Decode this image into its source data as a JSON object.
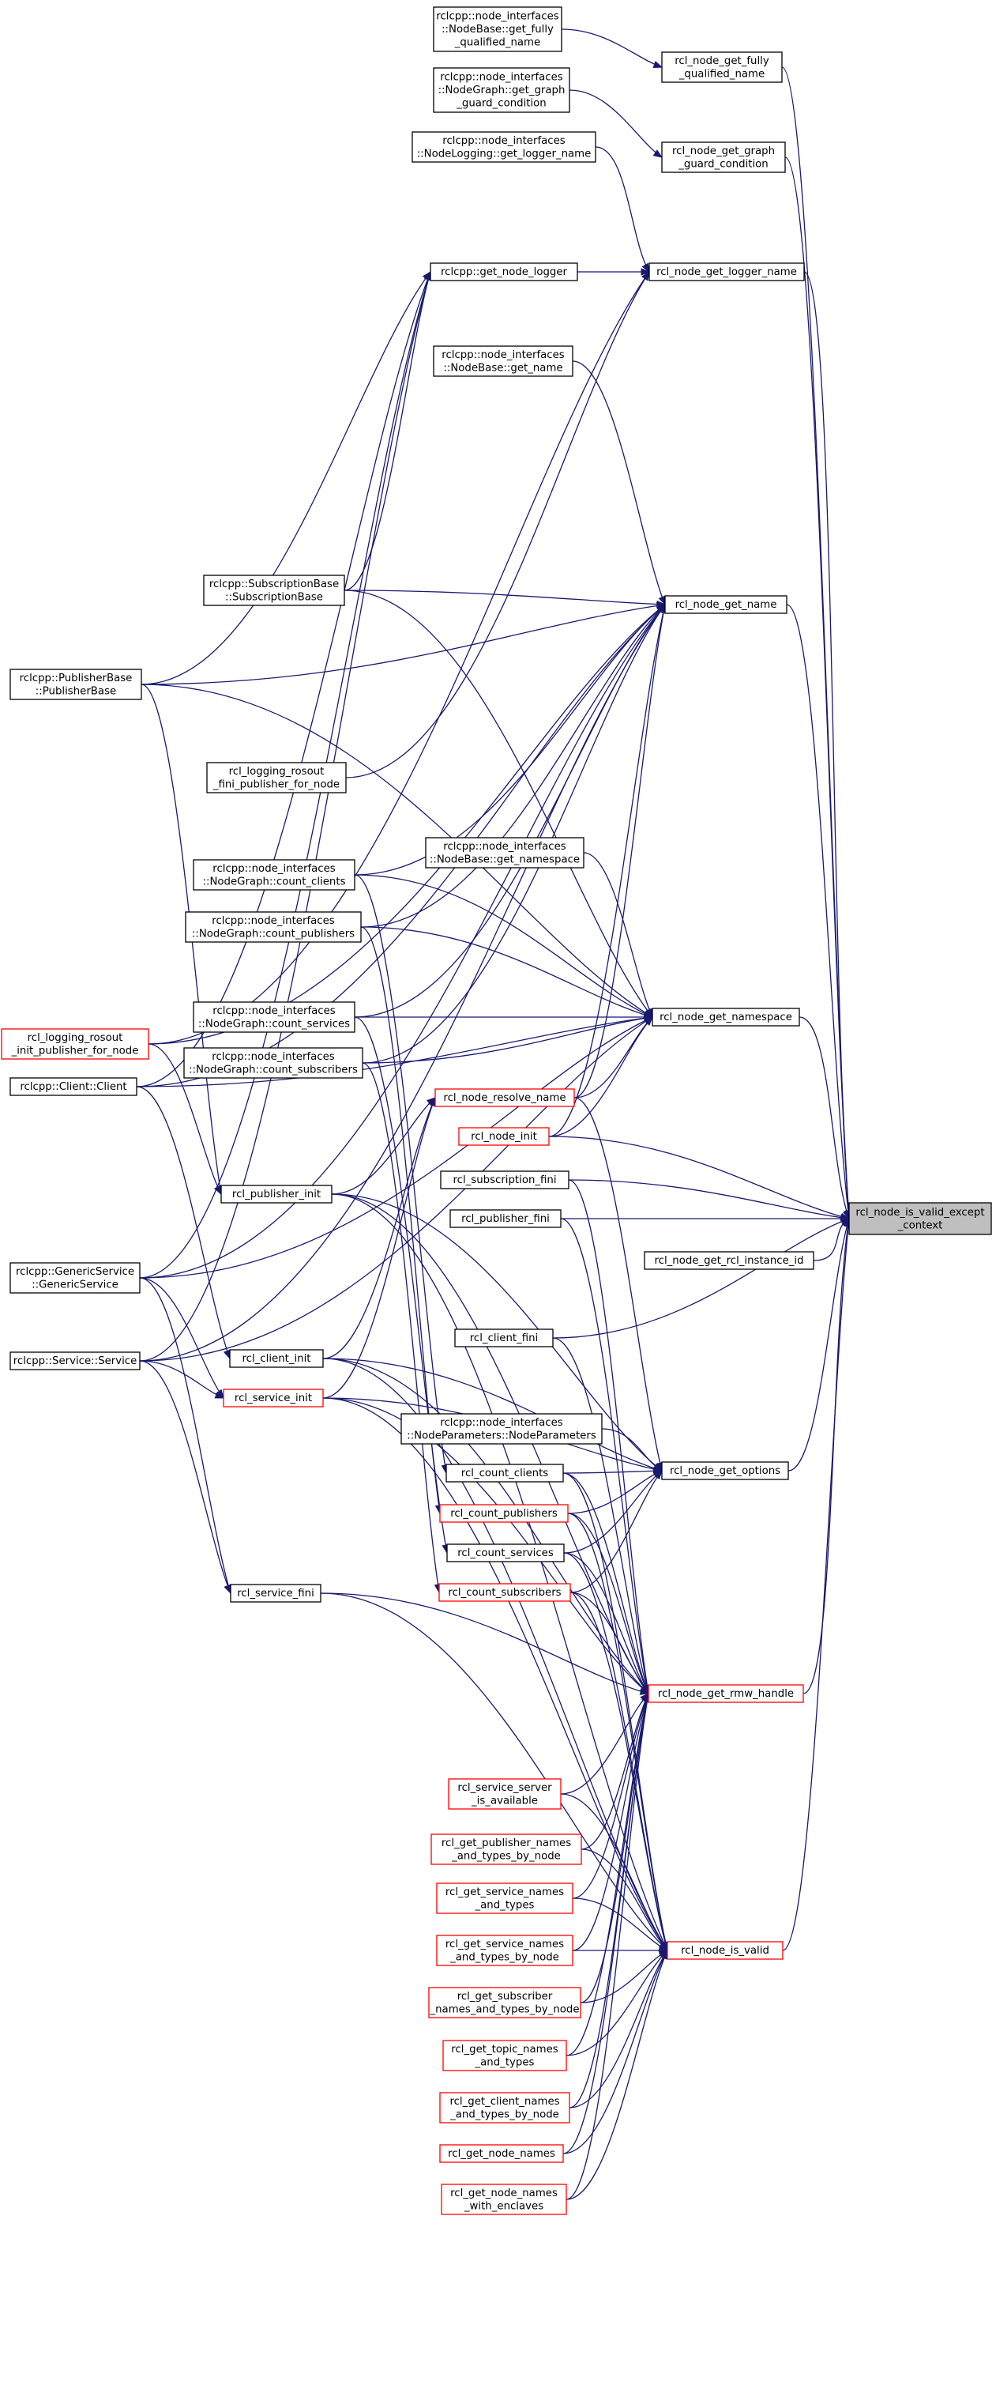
{
  "diagram": {
    "type": "call-graph",
    "edge_color": "#191970",
    "highlight_color": "#ff0000",
    "root_fill": "#bfbfbf",
    "nodes": [
      {
        "id": "root",
        "lines": [
          "rcl_node_is_valid_except",
          "_context"
        ],
        "style": "root"
      },
      {
        "id": "fqn",
        "lines": [
          "rcl_node_get_fully",
          "_qualified_name"
        ],
        "style": "normal"
      },
      {
        "id": "ggc",
        "lines": [
          "rcl_node_get_graph",
          "_guard_condition"
        ],
        "style": "normal"
      },
      {
        "id": "logger",
        "lines": [
          "rcl_node_get_logger_name"
        ],
        "style": "normal"
      },
      {
        "id": "name",
        "lines": [
          "rcl_node_get_name"
        ],
        "style": "normal"
      },
      {
        "id": "ns",
        "lines": [
          "rcl_node_get_namespace"
        ],
        "style": "normal"
      },
      {
        "id": "instid",
        "lines": [
          "rcl_node_get_rcl_instance_id"
        ],
        "style": "normal"
      },
      {
        "id": "options",
        "lines": [
          "rcl_node_get_options"
        ],
        "style": "normal"
      },
      {
        "id": "rmw",
        "lines": [
          "rcl_node_get_rmw_handle"
        ],
        "style": "red"
      },
      {
        "id": "isvalid",
        "lines": [
          "rcl_node_is_valid"
        ],
        "style": "red"
      },
      {
        "id": "nb_fqn",
        "lines": [
          "rclcpp::node_interfaces",
          "::NodeBase::get_fully",
          "_qualified_name"
        ],
        "style": "normal"
      },
      {
        "id": "ng_ggc",
        "lines": [
          "rclcpp::node_interfaces",
          "::NodeGraph::get_graph",
          "_guard_condition"
        ],
        "style": "normal"
      },
      {
        "id": "nl_logger",
        "lines": [
          "rclcpp::node_interfaces",
          "::NodeLogging::get_logger_name"
        ],
        "style": "normal"
      },
      {
        "id": "get_node_logger",
        "lines": [
          "rclcpp::get_node_logger"
        ],
        "style": "normal"
      },
      {
        "id": "nb_name",
        "lines": [
          "rclcpp::node_interfaces",
          "::NodeBase::get_name"
        ],
        "style": "normal"
      },
      {
        "id": "subbase",
        "lines": [
          "rclcpp::SubscriptionBase",
          "::SubscriptionBase"
        ],
        "style": "normal"
      },
      {
        "id": "pubbase",
        "lines": [
          "rclcpp::PublisherBase",
          "::PublisherBase"
        ],
        "style": "normal"
      },
      {
        "id": "rosout_fini",
        "lines": [
          "rcl_logging_rosout",
          "_fini_publisher_for_node"
        ],
        "style": "normal"
      },
      {
        "id": "nb_ns",
        "lines": [
          "rclcpp::node_interfaces",
          "::NodeBase::get_namespace"
        ],
        "style": "normal"
      },
      {
        "id": "ng_cc",
        "lines": [
          "rclcpp::node_interfaces",
          "::NodeGraph::count_clients"
        ],
        "style": "normal"
      },
      {
        "id": "ng_cp",
        "lines": [
          "rclcpp::node_interfaces",
          "::NodeGraph::count_publishers"
        ],
        "style": "normal"
      },
      {
        "id": "ng_cs",
        "lines": [
          "rclcpp::node_interfaces",
          "::NodeGraph::count_services"
        ],
        "style": "normal"
      },
      {
        "id": "ng_csub",
        "lines": [
          "rclcpp::node_interfaces",
          "::NodeGraph::count_subscribers"
        ],
        "style": "normal"
      },
      {
        "id": "rosout_init",
        "lines": [
          "rcl_logging_rosout",
          "_init_publisher_for_node"
        ],
        "style": "red"
      },
      {
        "id": "client",
        "lines": [
          "rclcpp::Client::Client"
        ],
        "style": "normal"
      },
      {
        "id": "resolve",
        "lines": [
          "rcl_node_resolve_name"
        ],
        "style": "red"
      },
      {
        "id": "node_init",
        "lines": [
          "rcl_node_init"
        ],
        "style": "red"
      },
      {
        "id": "sub_fini",
        "lines": [
          "rcl_subscription_fini"
        ],
        "style": "normal"
      },
      {
        "id": "pub_init",
        "lines": [
          "rcl_publisher_init"
        ],
        "style": "normal"
      },
      {
        "id": "pub_fini",
        "lines": [
          "rcl_publisher_fini"
        ],
        "style": "normal"
      },
      {
        "id": "genericsvc",
        "lines": [
          "rclcpp::GenericService",
          "::GenericService"
        ],
        "style": "normal"
      },
      {
        "id": "client_fini",
        "lines": [
          "rcl_client_fini"
        ],
        "style": "normal"
      },
      {
        "id": "service",
        "lines": [
          "rclcpp::Service::Service"
        ],
        "style": "normal"
      },
      {
        "id": "client_init",
        "lines": [
          "rcl_client_init"
        ],
        "style": "normal"
      },
      {
        "id": "svc_init",
        "lines": [
          "rcl_service_init"
        ],
        "style": "red"
      },
      {
        "id": "np_np",
        "lines": [
          "rclcpp::node_interfaces",
          "::NodeParameters::NodeParameters"
        ],
        "style": "normal"
      },
      {
        "id": "cnt_clients",
        "lines": [
          "rcl_count_clients"
        ],
        "style": "normal"
      },
      {
        "id": "cnt_pubs",
        "lines": [
          "rcl_count_publishers"
        ],
        "style": "red"
      },
      {
        "id": "cnt_svcs",
        "lines": [
          "rcl_count_services"
        ],
        "style": "normal"
      },
      {
        "id": "svc_fini",
        "lines": [
          "rcl_service_fini"
        ],
        "style": "normal"
      },
      {
        "id": "cnt_subs",
        "lines": [
          "rcl_count_subscribers"
        ],
        "style": "red"
      },
      {
        "id": "svc_avail",
        "lines": [
          "rcl_service_server",
          "_is_available"
        ],
        "style": "red"
      },
      {
        "id": "pub_nt",
        "lines": [
          "rcl_get_publisher_names",
          "_and_types_by_node"
        ],
        "style": "red"
      },
      {
        "id": "svc_nt",
        "lines": [
          "rcl_get_service_names",
          "_and_types"
        ],
        "style": "red"
      },
      {
        "id": "svc_ntn",
        "lines": [
          "rcl_get_service_names",
          "_and_types_by_node"
        ],
        "style": "red"
      },
      {
        "id": "sub_nt",
        "lines": [
          "rcl_get_subscriber",
          "_names_and_types_by_node"
        ],
        "style": "red"
      },
      {
        "id": "topic_nt",
        "lines": [
          "rcl_get_topic_names",
          "_and_types"
        ],
        "style": "red"
      },
      {
        "id": "client_nt",
        "lines": [
          "rcl_get_client_names",
          "_and_types_by_node"
        ],
        "style": "red"
      },
      {
        "id": "node_names",
        "lines": [
          "rcl_get_node_names"
        ],
        "style": "red"
      },
      {
        "id": "node_names_enc",
        "lines": [
          "rcl_get_node_names",
          "_with_enclaves"
        ],
        "style": "red"
      }
    ],
    "edges": [
      [
        "fqn",
        "root"
      ],
      [
        "ggc",
        "root"
      ],
      [
        "logger",
        "root"
      ],
      [
        "name",
        "root"
      ],
      [
        "ns",
        "root"
      ],
      [
        "instid",
        "root"
      ],
      [
        "options",
        "root"
      ],
      [
        "rmw",
        "root"
      ],
      [
        "isvalid",
        "root"
      ],
      [
        "sub_fini",
        "root"
      ],
      [
        "pub_fini",
        "root"
      ],
      [
        "client_fini",
        "root"
      ],
      [
        "node_init",
        "root"
      ],
      [
        "nb_fqn",
        "fqn"
      ],
      [
        "ng_ggc",
        "ggc"
      ],
      [
        "nl_logger",
        "logger"
      ],
      [
        "get_node_logger",
        "logger"
      ],
      [
        "rosout_fini",
        "logger"
      ],
      [
        "rosout_init",
        "logger"
      ],
      [
        "pubbase",
        "get_node_logger"
      ],
      [
        "subbase",
        "get_node_logger"
      ],
      [
        "client",
        "get_node_logger"
      ],
      [
        "genericsvc",
        "get_node_logger"
      ],
      [
        "service",
        "get_node_logger"
      ],
      [
        "nb_name",
        "name"
      ],
      [
        "subbase",
        "name"
      ],
      [
        "pubbase",
        "name"
      ],
      [
        "ng_cc",
        "name"
      ],
      [
        "ng_cp",
        "name"
      ],
      [
        "ng_cs",
        "name"
      ],
      [
        "ng_csub",
        "name"
      ],
      [
        "rosout_init",
        "name"
      ],
      [
        "client",
        "name"
      ],
      [
        "genericsvc",
        "name"
      ],
      [
        "service",
        "name"
      ],
      [
        "resolve",
        "name"
      ],
      [
        "node_init",
        "name"
      ],
      [
        "nb_ns",
        "ns"
      ],
      [
        "subbase",
        "ns"
      ],
      [
        "pubbase",
        "ns"
      ],
      [
        "ng_cc",
        "ns"
      ],
      [
        "ng_cp",
        "ns"
      ],
      [
        "ng_cs",
        "ns"
      ],
      [
        "ng_csub",
        "ns"
      ],
      [
        "client",
        "ns"
      ],
      [
        "genericsvc",
        "ns"
      ],
      [
        "service",
        "ns"
      ],
      [
        "resolve",
        "ns"
      ],
      [
        "node_init",
        "ns"
      ],
      [
        "resolve",
        "options"
      ],
      [
        "np_np",
        "options"
      ],
      [
        "pub_init",
        "options"
      ],
      [
        "client_init",
        "options"
      ],
      [
        "svc_init",
        "options"
      ],
      [
        "cnt_clients",
        "options"
      ],
      [
        "cnt_pubs",
        "options"
      ],
      [
        "cnt_svcs",
        "options"
      ],
      [
        "cnt_subs",
        "options"
      ],
      [
        "pub_init",
        "resolve"
      ],
      [
        "client_init",
        "resolve"
      ],
      [
        "svc_init",
        "resolve"
      ],
      [
        "pubbase",
        "pub_init"
      ],
      [
        "rosout_init",
        "pub_init"
      ],
      [
        "client",
        "client_init"
      ],
      [
        "genericsvc",
        "svc_init"
      ],
      [
        "service",
        "svc_init"
      ],
      [
        "genericsvc",
        "svc_fini"
      ],
      [
        "service",
        "svc_fini"
      ],
      [
        "ng_cc",
        "cnt_clients"
      ],
      [
        "ng_cp",
        "cnt_pubs"
      ],
      [
        "ng_cs",
        "cnt_svcs"
      ],
      [
        "ng_csub",
        "cnt_subs"
      ],
      [
        "sub_fini",
        "rmw"
      ],
      [
        "pub_fini",
        "rmw"
      ],
      [
        "client_fini",
        "rmw"
      ],
      [
        "pub_init",
        "rmw"
      ],
      [
        "client_init",
        "rmw"
      ],
      [
        "svc_init",
        "rmw"
      ],
      [
        "svc_fini",
        "rmw"
      ],
      [
        "cnt_clients",
        "rmw"
      ],
      [
        "cnt_pubs",
        "rmw"
      ],
      [
        "cnt_svcs",
        "rmw"
      ],
      [
        "cnt_subs",
        "rmw"
      ],
      [
        "svc_avail",
        "rmw"
      ],
      [
        "pub_nt",
        "rmw"
      ],
      [
        "svc_nt",
        "rmw"
      ],
      [
        "svc_ntn",
        "rmw"
      ],
      [
        "sub_nt",
        "rmw"
      ],
      [
        "topic_nt",
        "rmw"
      ],
      [
        "client_nt",
        "rmw"
      ],
      [
        "node_names",
        "rmw"
      ],
      [
        "node_names_enc",
        "rmw"
      ],
      [
        "pub_init",
        "isvalid"
      ],
      [
        "client_init",
        "isvalid"
      ],
      [
        "svc_init",
        "isvalid"
      ],
      [
        "svc_fini",
        "isvalid"
      ],
      [
        "cnt_clients",
        "isvalid"
      ],
      [
        "cnt_pubs",
        "isvalid"
      ],
      [
        "cnt_svcs",
        "isvalid"
      ],
      [
        "cnt_subs",
        "isvalid"
      ],
      [
        "svc_avail",
        "isvalid"
      ],
      [
        "pub_nt",
        "isvalid"
      ],
      [
        "svc_nt",
        "isvalid"
      ],
      [
        "svc_ntn",
        "isvalid"
      ],
      [
        "sub_nt",
        "isvalid"
      ],
      [
        "topic_nt",
        "isvalid"
      ],
      [
        "client_nt",
        "isvalid"
      ],
      [
        "node_names",
        "isvalid"
      ],
      [
        "node_names_enc",
        "isvalid"
      ]
    ]
  }
}
